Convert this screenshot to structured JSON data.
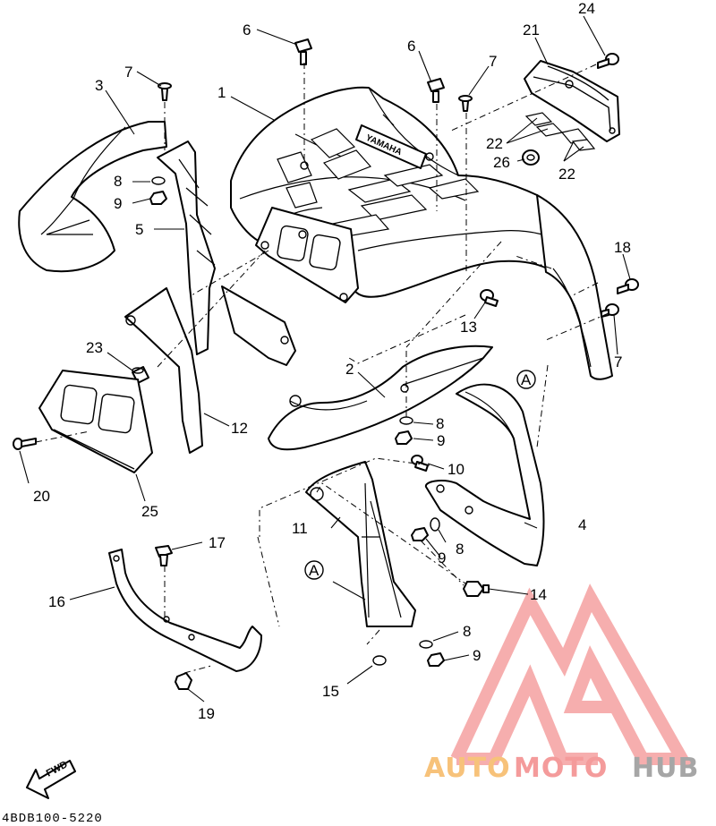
{
  "diagram": {
    "drawing_code": "4BDB100-5220",
    "fwd_label": "FWD",
    "emblem_text": "YAMAHA",
    "callouts": [
      {
        "id": "c1",
        "text": "1"
      },
      {
        "id": "c2",
        "text": "2"
      },
      {
        "id": "c3",
        "text": "3"
      },
      {
        "id": "c4",
        "text": "4"
      },
      {
        "id": "c5",
        "text": "5"
      },
      {
        "id": "c6a",
        "text": "6"
      },
      {
        "id": "c6b",
        "text": "6"
      },
      {
        "id": "c7a",
        "text": "7"
      },
      {
        "id": "c7b",
        "text": "7"
      },
      {
        "id": "c7c",
        "text": "7"
      },
      {
        "id": "c8a",
        "text": "8"
      },
      {
        "id": "c8b",
        "text": "8"
      },
      {
        "id": "c8c",
        "text": "8"
      },
      {
        "id": "c8d",
        "text": "8"
      },
      {
        "id": "c9a",
        "text": "9"
      },
      {
        "id": "c9b",
        "text": "9"
      },
      {
        "id": "c9c",
        "text": "9"
      },
      {
        "id": "c9d",
        "text": "9"
      },
      {
        "id": "c10",
        "text": "10"
      },
      {
        "id": "c11",
        "text": "11"
      },
      {
        "id": "c12",
        "text": "12"
      },
      {
        "id": "c13",
        "text": "13"
      },
      {
        "id": "c14",
        "text": "14"
      },
      {
        "id": "c15",
        "text": "15"
      },
      {
        "id": "c16",
        "text": "16"
      },
      {
        "id": "c17",
        "text": "17"
      },
      {
        "id": "c18",
        "text": "18"
      },
      {
        "id": "c19",
        "text": "19"
      },
      {
        "id": "c20",
        "text": "20"
      },
      {
        "id": "c21",
        "text": "21"
      },
      {
        "id": "c22a",
        "text": "22"
      },
      {
        "id": "c22b",
        "text": "22"
      },
      {
        "id": "c23",
        "text": "23"
      },
      {
        "id": "c24",
        "text": "24"
      },
      {
        "id": "c25",
        "text": "25"
      },
      {
        "id": "c26",
        "text": "26"
      }
    ],
    "reference_marks": [
      {
        "id": "refA1",
        "text": "A"
      },
      {
        "id": "refA2",
        "text": "A"
      }
    ]
  },
  "watermark": {
    "brand_part1": "AUTO",
    "brand_part2": "MOTO",
    "brand_part3": "HUB",
    "colors": {
      "logo": "#f4a0a0",
      "part1": "#f7c27a",
      "part2": "#f49b9b",
      "part3": "#a6a6a6"
    }
  }
}
